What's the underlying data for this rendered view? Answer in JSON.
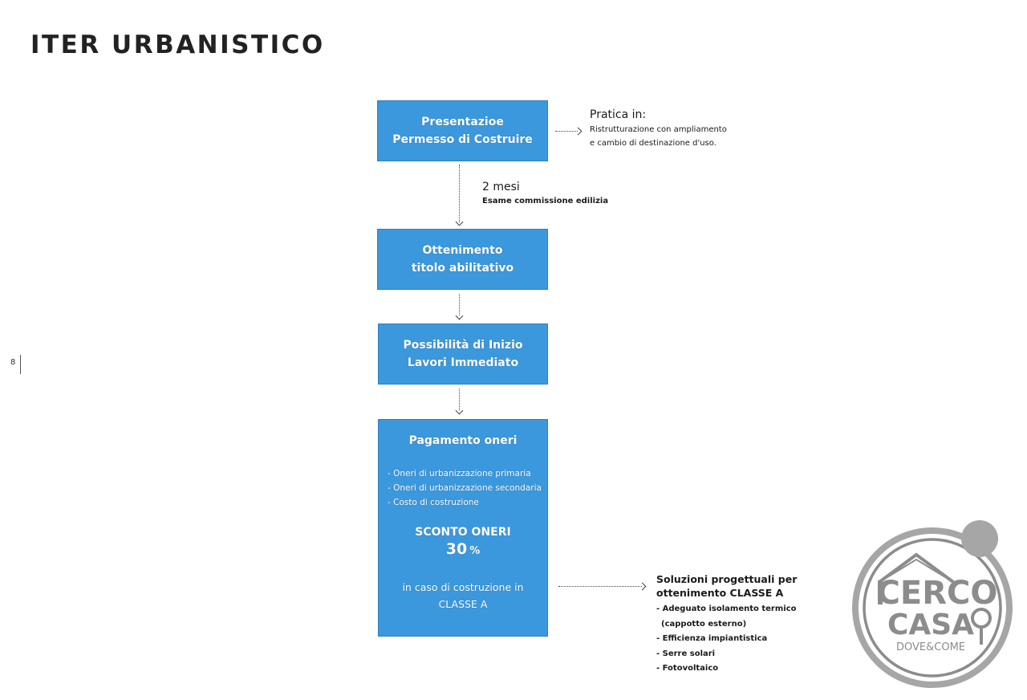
{
  "page": {
    "title": "ITER URBANISTICO",
    "page_number": "8"
  },
  "flow": {
    "step1": {
      "line1": "Presentazioe",
      "line2": "Permesso di Costruire"
    },
    "step2": {
      "line1": "Ottenimento",
      "line2": "titolo abilitativo"
    },
    "step3": {
      "line1": "Possibilità di Inizio",
      "line2": "Lavori Immediato"
    },
    "step4": {
      "title": "Pagamento oneri",
      "items": [
        "- Oneri di urbanizzazione primaria",
        "- Oneri di urbanizzazione secondaria",
        "- Costo di costruzione"
      ],
      "discount_label": "SCONTO ONERI",
      "discount_value": "30",
      "discount_unit": "%",
      "condition_line1": "in caso di costruzione in",
      "condition_line2": "CLASSE A"
    }
  },
  "notes": {
    "pratica": {
      "heading": "Pratica in:",
      "line1": "Ristrutturazione con ampliamento",
      "line2": "e cambio di destinazione d'uso."
    },
    "timing": {
      "heading": "2 mesi",
      "detail": "Esame commissione edilizia"
    },
    "classe_a": {
      "heading_line1": "Soluzioni progettuali per",
      "heading_line2": "ottenimento CLASSE A",
      "items": [
        "- Adeguato isolamento termico",
        "  (cappotto esterno)",
        "- Efficienza impiantistica",
        "- Serre solari",
        "- Fotovoltaico"
      ]
    }
  },
  "logo": {
    "line1": "CERCO",
    "line2": "CASA",
    "line3": "DOVE&COME"
  },
  "colors": {
    "box_fill": "#3c98dc",
    "box_border": "#2e7fbf",
    "logo_gray": "#8c8c8c",
    "text": "#1a1a1a"
  }
}
